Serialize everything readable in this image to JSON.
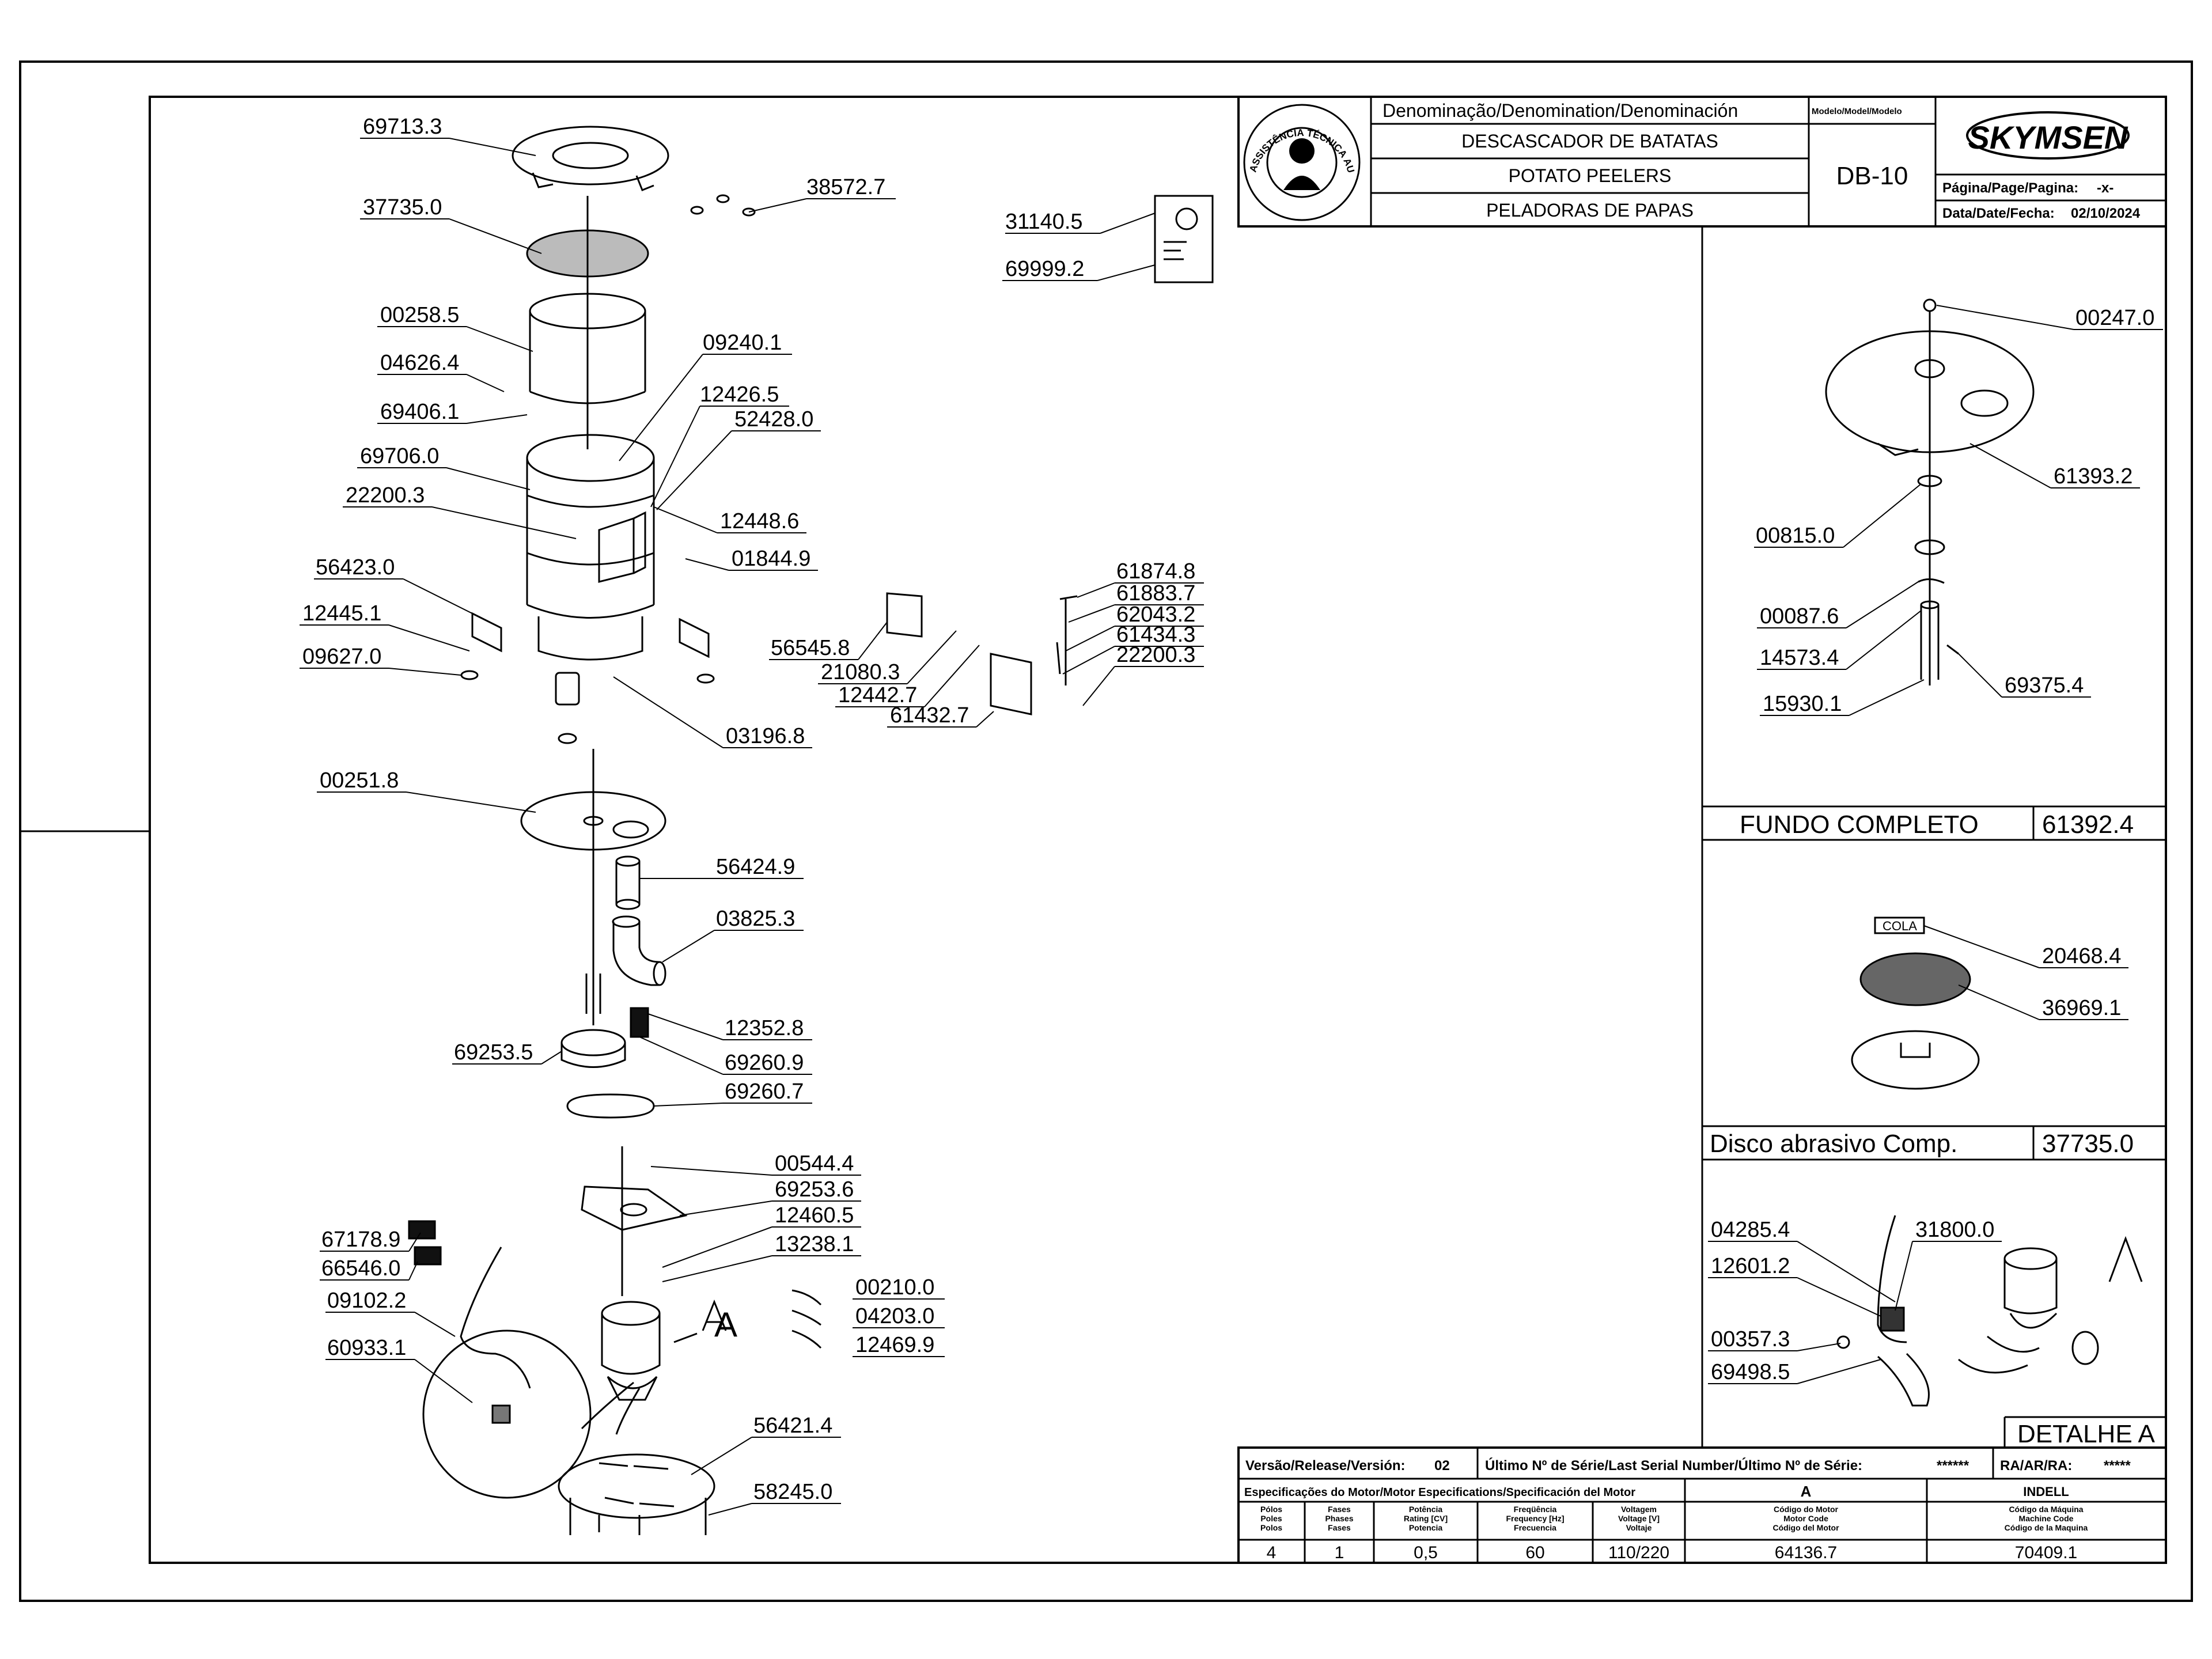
{
  "title_block": {
    "denomination_header": "Denominação/Denomination/Denominación",
    "model_header": "Modelo/Model/Modelo",
    "name_pt": "DESCASCADOR DE BATATAS",
    "name_en": "POTATO PEELERS",
    "name_es": "PELADORAS DE PAPAS",
    "model": "DB-10",
    "brand": "SKYMSEN",
    "page_label": "Página/Page/Pagina:",
    "page_value": "-x-",
    "date_label": "Data/Date/Fecha:",
    "date_value": "02/10/2024",
    "seal_text": "ASSISTÊNCIA TÉCNICA AUTORIZADA"
  },
  "main_parts": [
    "69713.3",
    "38572.7",
    "37735.0",
    "31140.5",
    "69999.2",
    "00258.5",
    "04626.4",
    "09240.1",
    "12426.5",
    "52428.0",
    "69406.1",
    "69706.0",
    "22200.3",
    "12448.6",
    "01844.9",
    "56423.0",
    "12445.1",
    "09627.0",
    "03196.8",
    "56545.8",
    "21080.3",
    "12442.7",
    "61432.7",
    "61874.8",
    "61883.7",
    "62043.2",
    "61434.3",
    "22200.3",
    "00251.8",
    "56424.9",
    "03825.3",
    "12352.8",
    "69253.5",
    "69260.9",
    "69260.7",
    "00544.4",
    "69253.6",
    "12460.5",
    "13238.1",
    "67178.9",
    "66546.0",
    "09102.2",
    "60933.1",
    "00210.0",
    "04203.0",
    "12469.9",
    "56421.4",
    "58245.0"
  ],
  "detail_labels": {
    "A": "A"
  },
  "fundo": {
    "parts": [
      "00247.0",
      "61393.2",
      "00815.0",
      "00087.6",
      "14573.4",
      "69375.4",
      "15930.1"
    ],
    "caption": "FUNDO COMPLETO",
    "code": "61392.4"
  },
  "disco": {
    "cola": "COLA",
    "parts": [
      "20468.4",
      "36969.1"
    ],
    "caption": "Disco abrasivo Comp.",
    "code": "37735.0"
  },
  "detalhe": {
    "parts": [
      "04285.4",
      "31800.0",
      "12601.2",
      "00357.3",
      "69498.5"
    ],
    "letter": "A",
    "caption": "DETALHE A"
  },
  "footer": {
    "version_label": "Versão/Release/Versión:",
    "version": "02",
    "serial_label": "Último Nº de Série/Last Serial Number/Último Nº de Série:",
    "serial": "******",
    "ra_label": "RA/AR/RA:",
    "ra": "*****",
    "motor_spec_label": "Especificações do Motor/Motor Especifications/Specificación del Motor",
    "motor_letter": "A",
    "manufacturer": "INDELL",
    "headers": [
      "Pólos\nPoles\nPolos",
      "Fases\nPhases\nFases",
      "Potência\nRating [CV]\nPotencia",
      "Freqüência\nFrequency [Hz]\nFrecuencia",
      "Voltagem\nVoltage [V]\nVoltaje",
      "Código do Motor\nMotor Code\nCódigo del Motor",
      "Código da Máquina\nMachine Code\nCódigo de la Maquina"
    ],
    "values": [
      "4",
      "1",
      "0,5",
      "60",
      "110/220",
      "64136.7",
      "70409.1"
    ]
  }
}
